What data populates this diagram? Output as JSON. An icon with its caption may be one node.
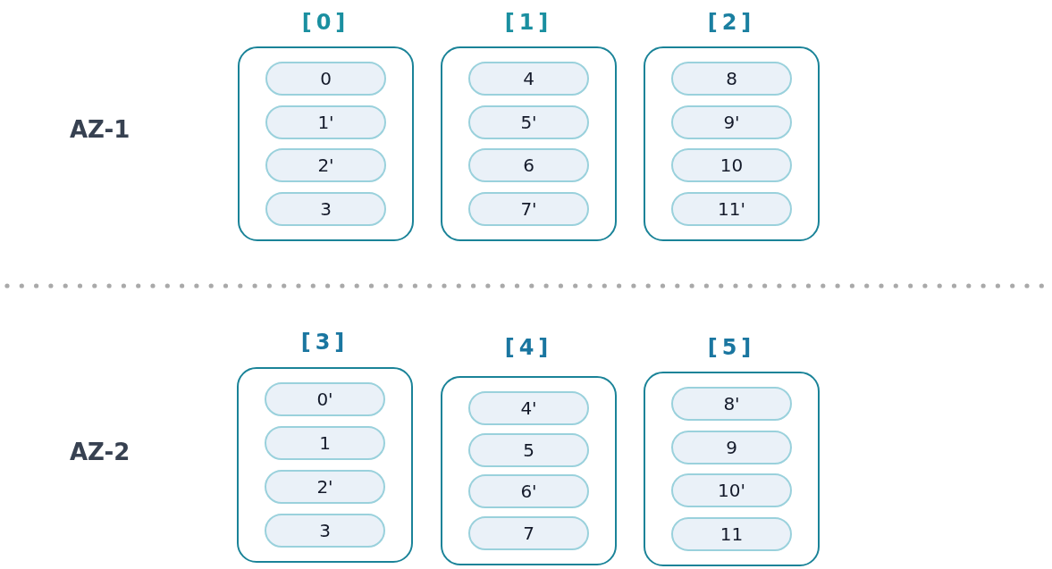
{
  "diagram": {
    "nodes": [
      {
        "text": [
          "[0]"
        ]
      },
      {
        "text": [
          "0"
        ],
        "in": 0
      },
      {
        "text": [
          "1'"
        ],
        "in": 0
      },
      {
        "text": [
          "2'"
        ],
        "in": 0
      },
      {
        "text": [
          "3"
        ],
        "in": 0
      },
      {
        "text": [
          "[1]"
        ]
      },
      {
        "text": [
          "4"
        ],
        "in": 5
      },
      {
        "text": [
          "5'"
        ],
        "in": 5
      },
      {
        "text": [
          "6"
        ],
        "in": 5
      },
      {
        "text": [
          "7'"
        ],
        "in": 5
      },
      {
        "text": [
          "[2]"
        ]
      },
      {
        "text": [
          "8"
        ],
        "in": 10
      },
      {
        "text": [
          "9'"
        ],
        "in": 10
      },
      {
        "text": [
          "10"
        ],
        "in": 10
      },
      {
        "text": [
          "11'"
        ],
        "in": 10
      },
      {
        "text": [
          "[3]"
        ]
      },
      {
        "text": [
          "0'"
        ],
        "in": 15
      },
      {
        "text": [
          "1"
        ],
        "in": 15
      },
      {
        "text": [
          "2'"
        ],
        "in": 15
      },
      {
        "text": [
          "3"
        ],
        "in": 15
      },
      {
        "text": [
          "[4]"
        ]
      },
      {
        "text": [
          "4'"
        ],
        "in": 20
      },
      {
        "text": [
          "5"
        ],
        "in": 20
      },
      {
        "text": [
          "6'"
        ],
        "in": 20
      },
      {
        "text": [
          "7"
        ],
        "in": 20
      },
      {
        "text": [
          "[5]"
        ]
      },
      {
        "text": [
          "8'"
        ],
        "in": 25
      },
      {
        "text": [
          "9"
        ],
        "in": 25
      },
      {
        "text": [
          "10'"
        ],
        "in": 25
      },
      {
        "text": [
          "11"
        ],
        "in": 25
      }
    ],
    "edges": [],
    "labels": [
      "AZ-1",
      "AZ-2"
    ]
  }
}
